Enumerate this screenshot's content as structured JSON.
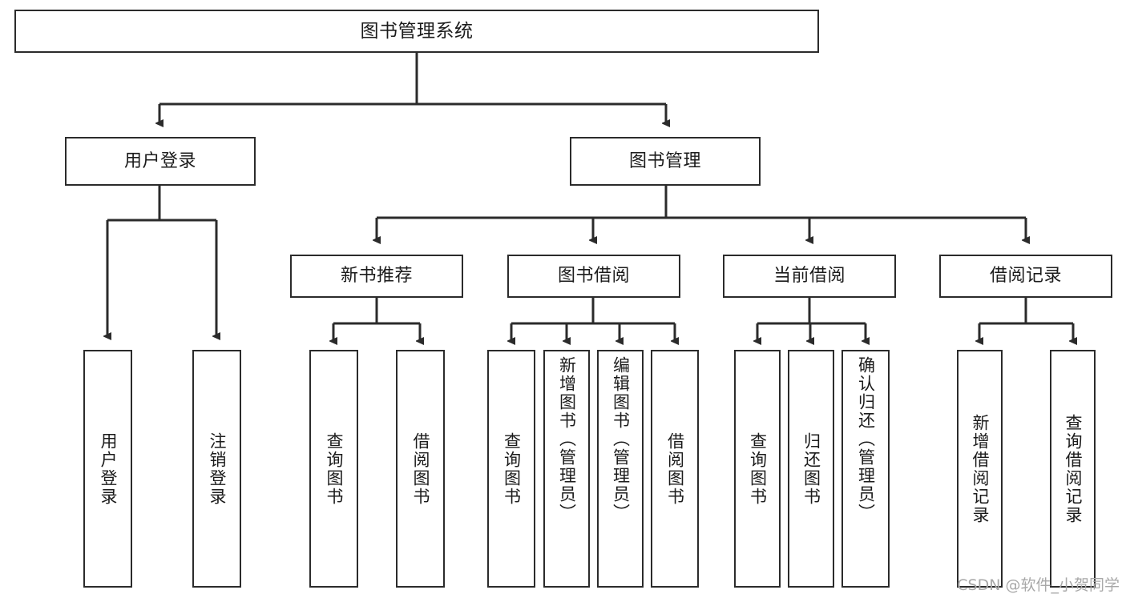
{
  "diagram": {
    "type": "tree",
    "title": "图书管理系统",
    "watermark": "CSDN @软件_小贺同学",
    "colors": {
      "box_border": "#2b2b2b",
      "box_fill": "#ffffff",
      "edge": "#2b2b2b",
      "text": "#1b1b1b",
      "watermark": "#a8a8a8",
      "background": "#ffffff"
    },
    "nodes": {
      "root": {
        "label": "图书管理系统"
      },
      "level2": [
        {
          "id": "user-login",
          "label": "用户登录"
        },
        {
          "id": "book-manage",
          "label": "图书管理"
        }
      ],
      "level3": [
        {
          "id": "new-book-recommend",
          "label": "新书推荐"
        },
        {
          "id": "book-borrow",
          "label": "图书借阅"
        },
        {
          "id": "current-borrow",
          "label": "当前借阅"
        },
        {
          "id": "borrow-record",
          "label": "借阅记录"
        }
      ],
      "leaves": {
        "user-login": [
          {
            "id": "leaf-user-login",
            "label": "用户登录"
          },
          {
            "id": "leaf-logout-login",
            "label": "注销登录"
          }
        ],
        "new-book-recommend": [
          {
            "id": "leaf-query-book-1",
            "label": "查询图书"
          },
          {
            "id": "leaf-borrow-book-1",
            "label": "借阅图书"
          }
        ],
        "book-borrow": [
          {
            "id": "leaf-query-book-2",
            "label": "查询图书"
          },
          {
            "id": "leaf-add-book",
            "label": "新增图书（管理员）"
          },
          {
            "id": "leaf-edit-book",
            "label": "编辑图书（管理员）"
          },
          {
            "id": "leaf-borrow-book-2",
            "label": "借阅图书"
          }
        ],
        "current-borrow": [
          {
            "id": "leaf-query-book-3",
            "label": "查询图书"
          },
          {
            "id": "leaf-return-book",
            "label": "归还图书"
          },
          {
            "id": "leaf-confirm-return",
            "label": "确认归还（管理员）"
          }
        ],
        "borrow-record": [
          {
            "id": "leaf-add-record",
            "label": "新增借阅记录"
          },
          {
            "id": "leaf-query-record",
            "label": "查询借阅记录"
          }
        ]
      }
    }
  }
}
